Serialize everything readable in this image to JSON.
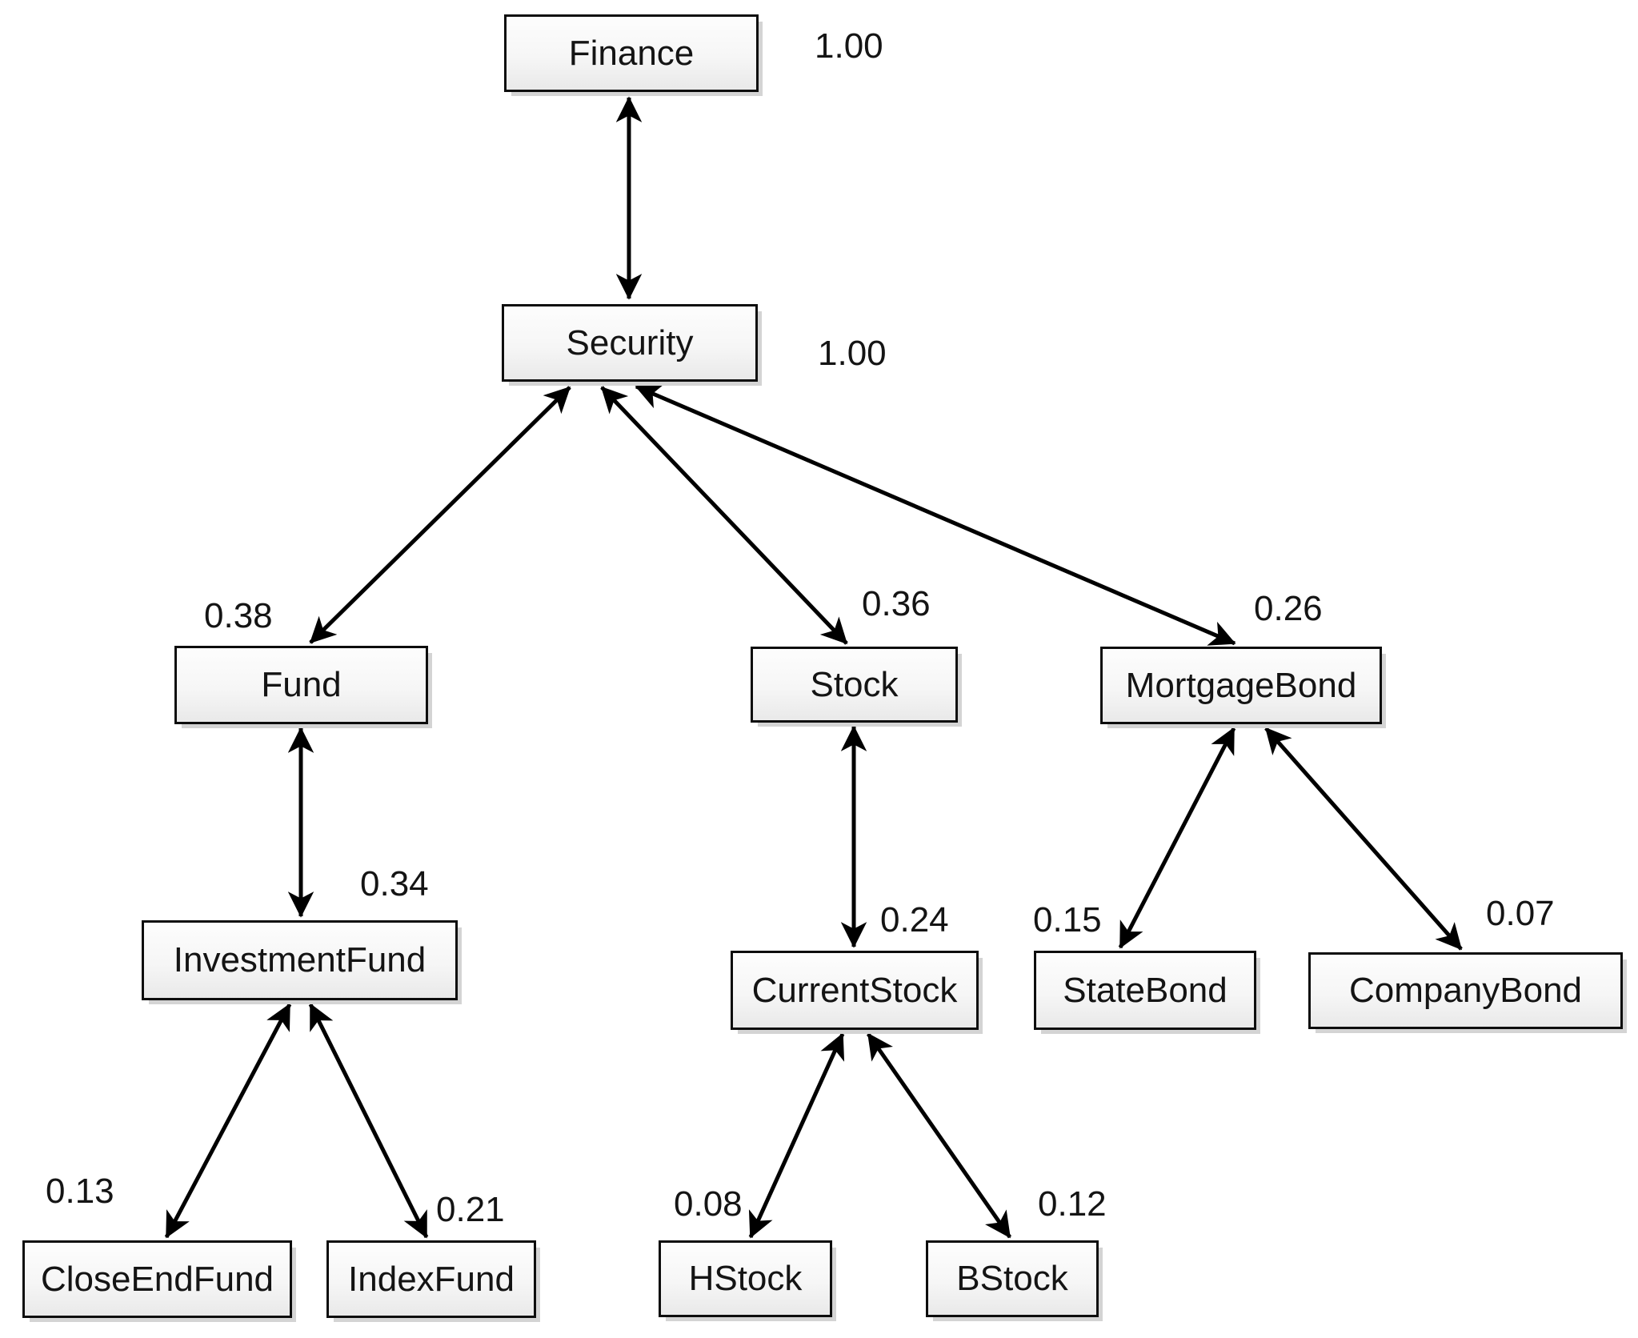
{
  "diagram": {
    "type": "concept-hierarchy-tree",
    "nodes": {
      "finance": {
        "label": "Finance",
        "weight": "1.00"
      },
      "security": {
        "label": "Security",
        "weight": "1.00"
      },
      "fund": {
        "label": "Fund",
        "weight": "0.38"
      },
      "stock": {
        "label": "Stock",
        "weight": "0.36"
      },
      "mortgagebond": {
        "label": "MortgageBond",
        "weight": "0.26"
      },
      "investmentfund": {
        "label": "InvestmentFund",
        "weight": "0.34"
      },
      "currentstock": {
        "label": "CurrentStock",
        "weight": "0.24"
      },
      "statebond": {
        "label": "StateBond",
        "weight": "0.15"
      },
      "companybond": {
        "label": "CompanyBond",
        "weight": "0.07"
      },
      "closeendfund": {
        "label": "CloseEndFund",
        "weight": "0.13"
      },
      "indexfund": {
        "label": "IndexFund",
        "weight": "0.21"
      },
      "hstock": {
        "label": "HStock",
        "weight": "0.08"
      },
      "bstock": {
        "label": "BStock",
        "weight": "0.12"
      }
    },
    "edges": [
      {
        "from": "Finance",
        "to": "Security",
        "arrow": "double"
      },
      {
        "from": "Security",
        "to": "Fund",
        "arrow": "double"
      },
      {
        "from": "Security",
        "to": "Stock",
        "arrow": "double"
      },
      {
        "from": "Security",
        "to": "MortgageBond",
        "arrow": "double"
      },
      {
        "from": "Fund",
        "to": "InvestmentFund",
        "arrow": "double"
      },
      {
        "from": "Stock",
        "to": "CurrentStock",
        "arrow": "double"
      },
      {
        "from": "InvestmentFund",
        "to": "CloseEndFund",
        "arrow": "double"
      },
      {
        "from": "InvestmentFund",
        "to": "IndexFund",
        "arrow": "double"
      },
      {
        "from": "CurrentStock",
        "to": "HStock",
        "arrow": "double"
      },
      {
        "from": "CurrentStock",
        "to": "BStock",
        "arrow": "double"
      },
      {
        "from": "MortgageBond",
        "to": "StateBond",
        "arrow": "double"
      },
      {
        "from": "MortgageBond",
        "to": "CompanyBond",
        "arrow": "double"
      }
    ],
    "colors": {
      "background": "#ffffff",
      "box_border": "#0d0d0d",
      "box_fill_top": "#fdfdfd",
      "box_fill_bottom": "#e9e9e9",
      "box_shadow": "#d4d4d4",
      "line": "#000000",
      "text": "#141414"
    }
  }
}
